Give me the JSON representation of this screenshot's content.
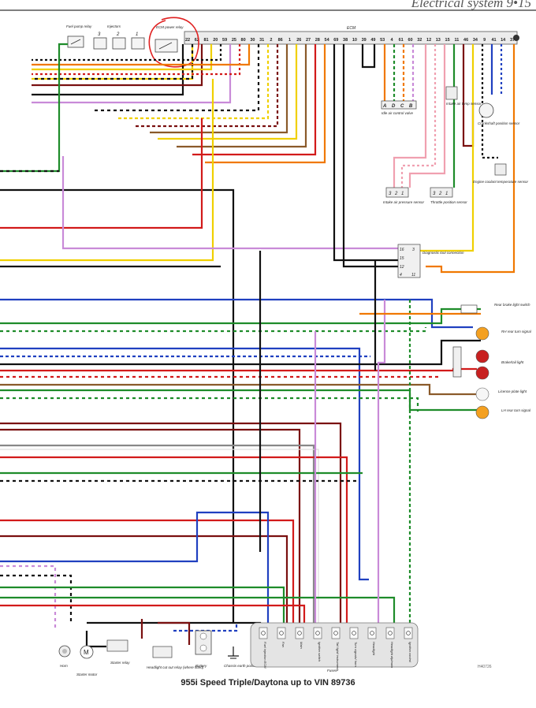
{
  "page_header": "Electrical system 9•15",
  "caption": "955i Speed Triple/Daytona up to VIN 89736",
  "corner_note": "H40726",
  "components": {
    "fuel_pump_relay": "Fuel pump relay",
    "injectors": "Injectors",
    "injector_numbers": [
      "3",
      "2",
      "1"
    ],
    "ecm_power_relay": "ECM power relay",
    "ecm": "ECM",
    "idle_air_control_valve": "Idle air control valve",
    "idle_valve_pins": [
      "A",
      "D",
      "C",
      "B"
    ],
    "intake_air_temp_sensor": "Intake air temp sensor",
    "crankshaft_position_sensor": "Crankshaft position sensor",
    "engine_coolant_temp_sensor": "Engine coolant temperature sensor",
    "intake_air_pressure_sensor": "Intake air pressure sensor",
    "throttle_position_sensor": "Throttle position sensor",
    "diagnostic_tool_connection": "Diagnostic tool connection",
    "diag_pins_left": [
      "16",
      "15",
      "12",
      "4"
    ],
    "diag_pins_right": [
      "3",
      "11"
    ],
    "rear_brake_light_switch": "Rear brake light switch",
    "rh_rear_turn_signal": "RH rear turn signal",
    "brake_tail_light": "Brake/tail light",
    "licence_plate_light": "Licence plate light",
    "lh_rear_turn_signal": "LH rear turn signal",
    "horn": "Horn",
    "starter_motor": "Starter motor",
    "starter_motor_symbol": "M",
    "starter_relay": "Starter relay",
    "headlight_cutout_relay": "Headlight cut out relay (where fitted)",
    "battery": "Battery",
    "chassis_earth_point": "Chassis earth point",
    "fuses": "Fuses"
  },
  "ecm_pins": [
    "22",
    "62",
    "81",
    "20",
    "59",
    "25",
    "80",
    "30",
    "31",
    "2",
    "86",
    "1",
    "26",
    "27",
    "28",
    "54",
    "69",
    "38",
    "10",
    "39",
    "49",
    "53",
    "4",
    "61",
    "60",
    "32",
    "12",
    "13",
    "15",
    "11",
    "46",
    "34",
    "9",
    "41",
    "14",
    "37"
  ],
  "sensor_pins": [
    "3",
    "2",
    "1"
  ],
  "fuse_labels": [
    "Fuel injection ECM",
    "Fan",
    "Main",
    "Ignition switch",
    "Tail light/ instruments",
    "Turn signals/ horn",
    "Headlight",
    "Headlight dip/main",
    "Ignition control"
  ]
}
